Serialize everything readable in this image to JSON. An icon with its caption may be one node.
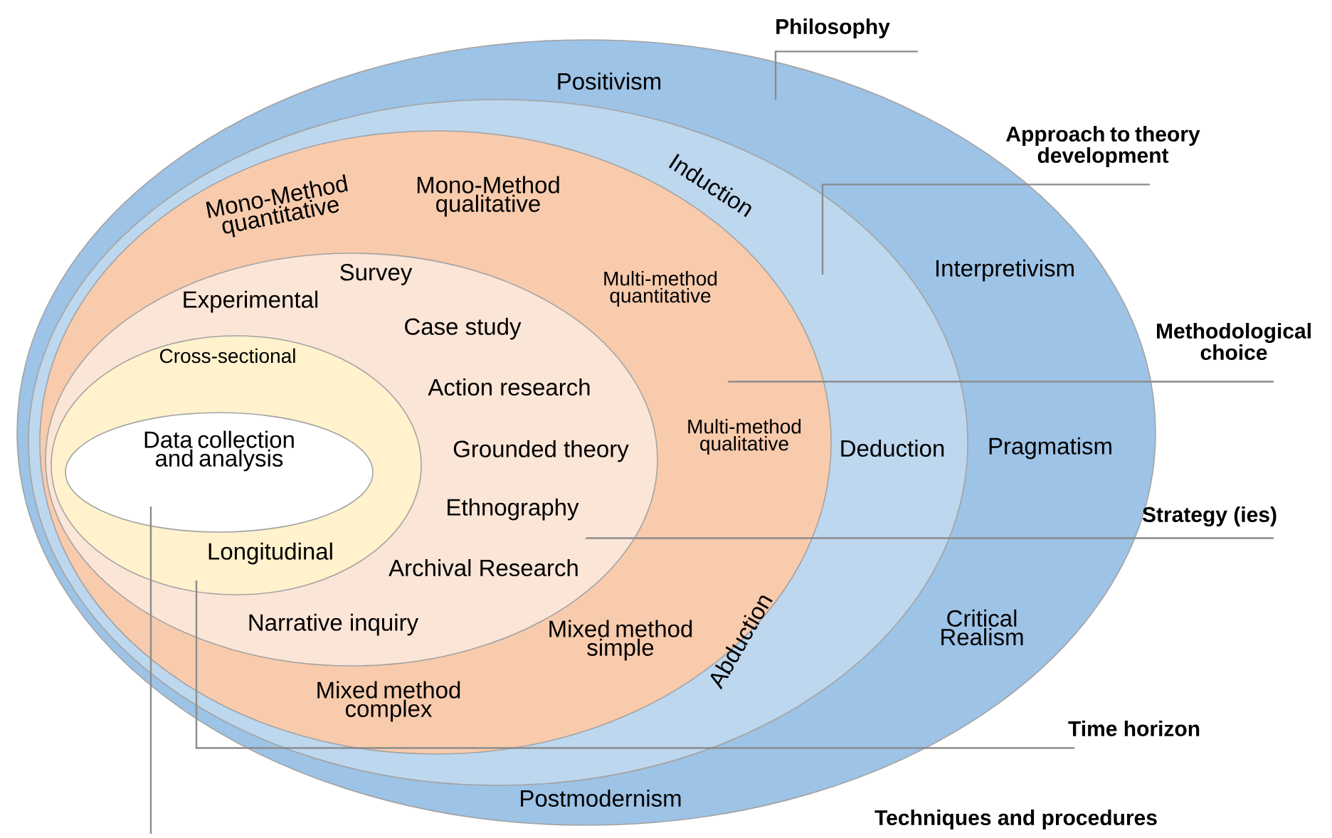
{
  "diagram": {
    "nodes": [
      {
        "text": [
          "Positivism",
          "Interpretivism",
          "Pragmatism",
          "Critical Realism",
          "Postmodernism"
        ]
      },
      {
        "text": [
          "Induction",
          "Deduction",
          "Abduction"
        ],
        "in": 0
      },
      {
        "text": [
          "Mono-Method quantitative",
          "Mono-Method qualitative",
          "Multi-method quantitative",
          "Multi-method qualitative",
          "Mixed method simple",
          "Mixed method complex"
        ],
        "in": 1
      },
      {
        "text": [
          "Survey",
          "Experimental",
          "Case study",
          "Action research",
          "Grounded theory",
          "Ethnography",
          "Archival Research",
          "Narrative inquiry"
        ],
        "in": 2
      },
      {
        "text": [
          "Cross-sectional",
          "Longitudinal"
        ],
        "in": 3
      },
      {
        "text": [
          "Data collection and analysis"
        ],
        "in": 4
      },
      {
        "text": [
          "Philosophy"
        ]
      },
      {
        "text": [
          "Approach to theory development"
        ]
      },
      {
        "text": [
          "Methodological choice"
        ]
      },
      {
        "text": [
          "Strategy (ies)"
        ]
      },
      {
        "text": [
          "Time horizon"
        ]
      },
      {
        "text": [
          "Techniques and procedures"
        ]
      }
    ],
    "edges": [
      {
        "from": 6,
        "to": 0,
        "arrow": "none"
      },
      {
        "from": 7,
        "to": 1,
        "arrow": "none"
      },
      {
        "from": 8,
        "to": 2,
        "arrow": "none"
      },
      {
        "from": 9,
        "to": 3,
        "arrow": "none"
      },
      {
        "from": 10,
        "to": 4,
        "arrow": "none"
      },
      {
        "from": null,
        "to": 5,
        "arrow": "none"
      }
    ]
  }
}
